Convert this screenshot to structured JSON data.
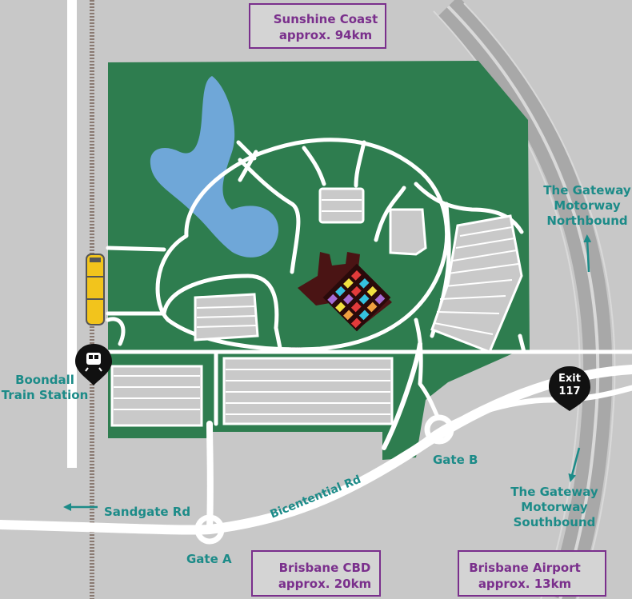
{
  "colors": {
    "grass": "#2e7d4f",
    "road": "#ffffff",
    "water": "#6fa7d8",
    "background": "#c8c8c8",
    "purple": "#7a2f8c",
    "teal": "#1c8b88",
    "stadium": "#4a1414",
    "train": "#f2c41c"
  },
  "destinations": {
    "sunshine_coast": {
      "line1": "Sunshine Coast",
      "line2": "approx. 94km"
    },
    "brisbane_cbd": {
      "line1": "Brisbane CBD",
      "line2": "approx. 20km"
    },
    "brisbane_airport": {
      "line1": "Brisbane Airport",
      "line2": "approx. 13km"
    }
  },
  "labels": {
    "gateway_north": [
      "The Gateway",
      "Motorway",
      "Northbound"
    ],
    "gateway_south": [
      "The Gateway",
      "Motorway",
      "Southbound"
    ],
    "station": [
      "Boondall",
      "Train Station"
    ],
    "sandgate_rd": "Sandgate Rd",
    "bicentennial_rd": "Bicentential Rd",
    "gate_a": "Gate A",
    "gate_b": "Gate B"
  },
  "exit_marker": {
    "line1": "Exit",
    "line2": "117"
  },
  "icons": {
    "up_arrow": "arrow-up-icon",
    "down_arrow": "arrow-down-icon",
    "diagonal_arrow": "arrow-down-right-icon",
    "train_marker": "train-station-pin-icon",
    "exit_marker": "exit-pin-icon"
  }
}
